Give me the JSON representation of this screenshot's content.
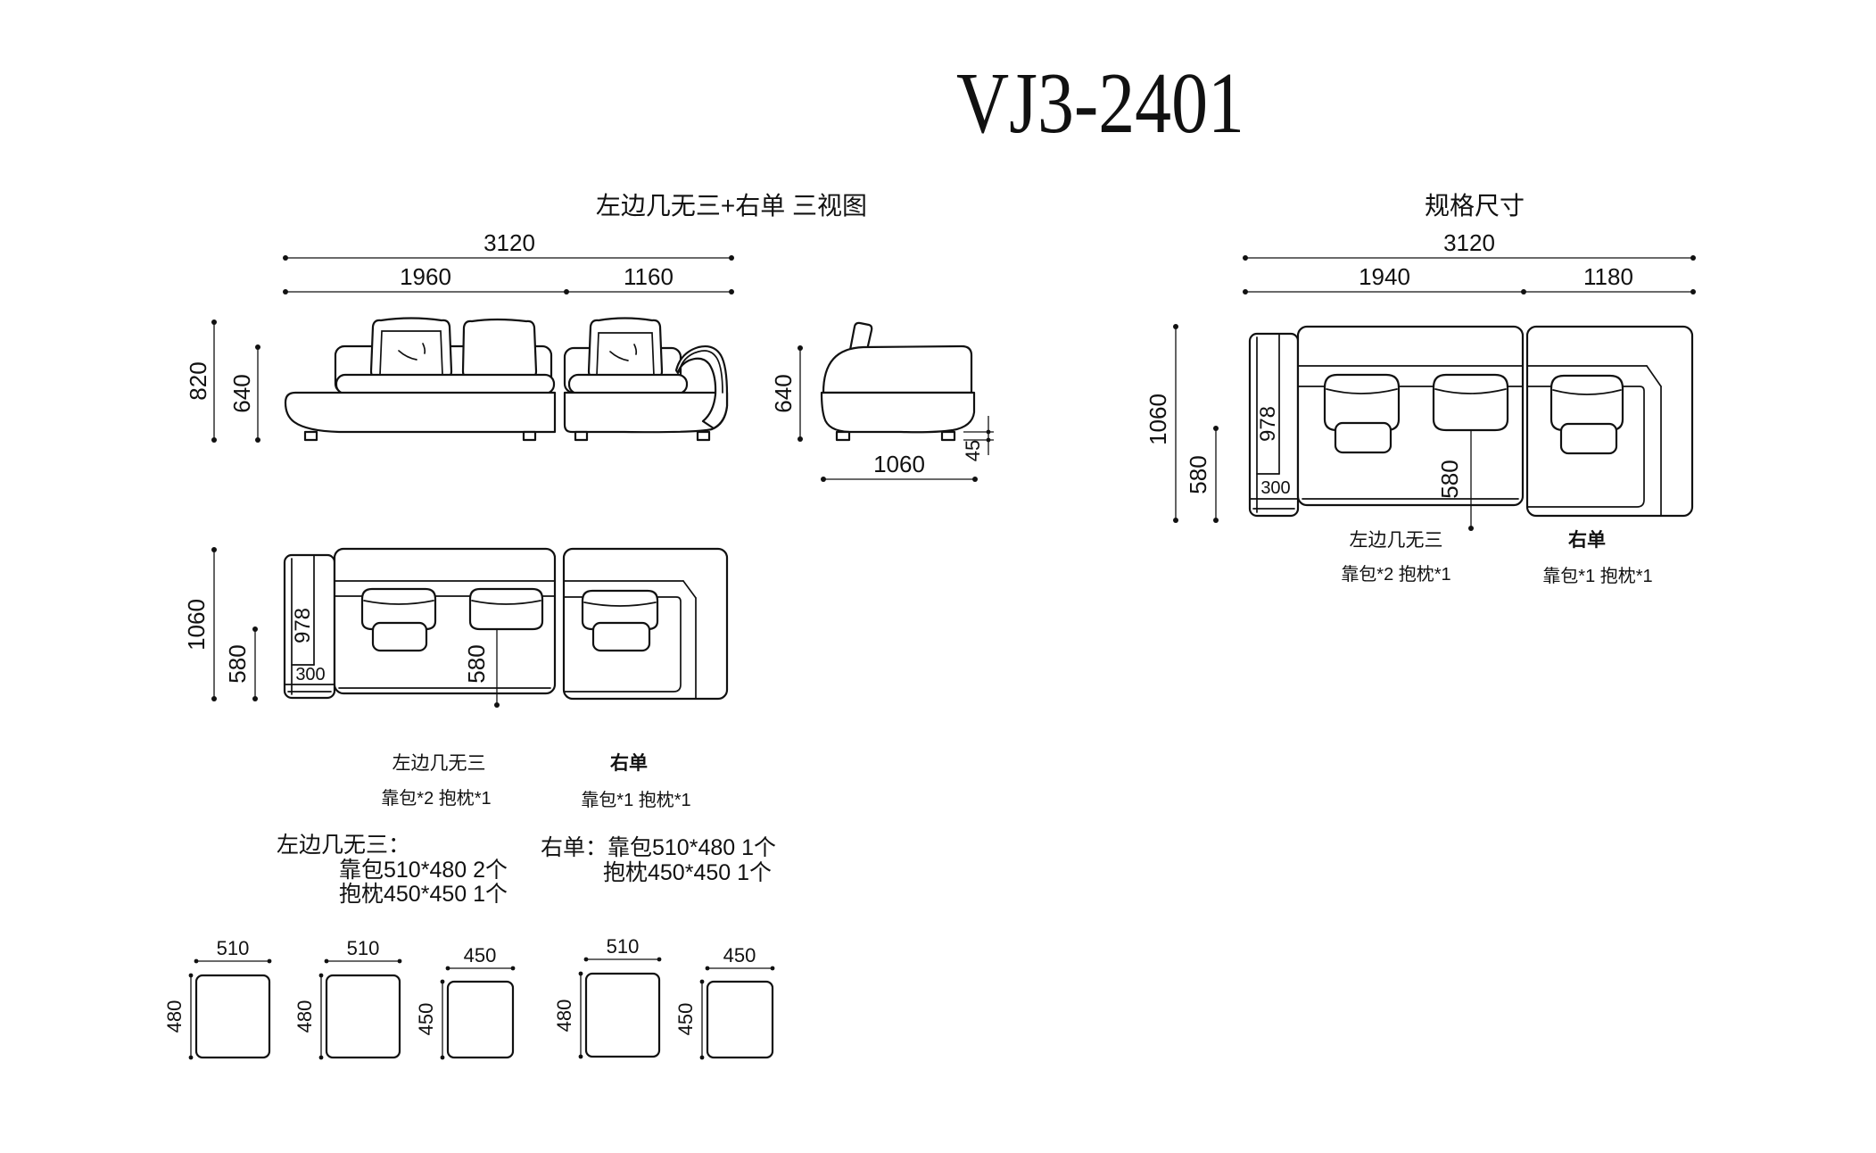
{
  "title": "VJ3-2401",
  "colors": {
    "line": "#111111",
    "background": "#ffffff"
  },
  "front_view": {
    "heading": "左边几无三+右单 三视图",
    "dim_total": "3120",
    "dim_left": "1960",
    "dim_right": "1160",
    "dim_height_total": "820",
    "dim_height_seat": "640"
  },
  "side_view": {
    "dim_height": "640",
    "dim_depth": "1060",
    "dim_leg": "45"
  },
  "spec_view": {
    "heading": "规格尺寸",
    "dim_total": "3120",
    "dim_left": "1940",
    "dim_right": "1180",
    "dim_depth": "1060",
    "dim_seat_depth": "580",
    "dim_back": "978",
    "dim_table": "300",
    "dim_cushion": "580",
    "label_left": "左边几无三",
    "label_left_sub": "靠包*2 抱枕*1",
    "label_right": "右单",
    "label_right_sub": "靠包*1 抱枕*1"
  },
  "plan_view": {
    "dim_depth": "1060",
    "dim_seat_depth": "580",
    "dim_back": "978",
    "dim_table": "300",
    "dim_cushion": "580",
    "label_left": "左边几无三",
    "label_left_sub": "靠包*2 抱枕*1",
    "label_right": "右单",
    "label_right_sub": "靠包*1 抱枕*1"
  },
  "notes": {
    "left_title": "左边几无三：",
    "left_item1": "靠包510*480  2个",
    "left_item2": "抱枕450*450  1个",
    "right_title": "右单：靠包510*480  1个",
    "right_item1": "抱枕450*450  1个"
  },
  "cushions": [
    {
      "width": "510",
      "height": "480"
    },
    {
      "width": "510",
      "height": "480"
    },
    {
      "width": "450",
      "height": "450"
    },
    {
      "width": "510",
      "height": "480"
    },
    {
      "width": "450",
      "height": "450"
    }
  ]
}
